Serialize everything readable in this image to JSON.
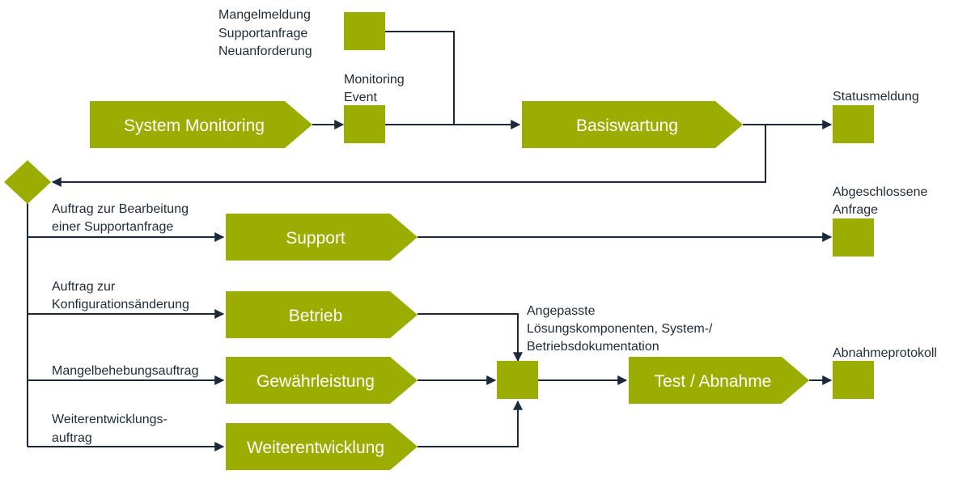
{
  "colors": {
    "accent": "#9aad00",
    "line": "#1a2a3a",
    "text": "#1d2b38",
    "process_text": "#ffffff"
  },
  "processes": {
    "system_monitoring": "System Monitoring",
    "basiswartung": "Basiswartung",
    "support": "Support",
    "betrieb": "Betrieb",
    "gewaehrleistung": "Gewährleistung",
    "weiterentwicklung": "Weiterentwicklung",
    "test_abnahme": "Test / Abnahme"
  },
  "labels": {
    "input_top": [
      "Mangelmeldung",
      "Supportanfrage",
      "Neuanforderung"
    ],
    "monitoring_event": [
      "Monitoring",
      "Event"
    ],
    "statusmeldung": "Statusmeldung",
    "support_order": [
      "Auftrag zur Bearbeitung",
      "einer Supportanfrage"
    ],
    "abgeschlossene": [
      "Abgeschlossene",
      "Anfrage"
    ],
    "config_order": [
      "Auftrag zur",
      "Konfigurationsänderung"
    ],
    "mangel_order": "Mangelbehebungsauftrag",
    "weiter_order": [
      "Weiterentwicklungs-",
      "auftrag"
    ],
    "angepasste": [
      "Angepasste",
      "Lösungskomponenten, System-/",
      "Betriebsdokumentation"
    ],
    "abnahmeprotokoll": "Abnahmeprotokoll"
  }
}
